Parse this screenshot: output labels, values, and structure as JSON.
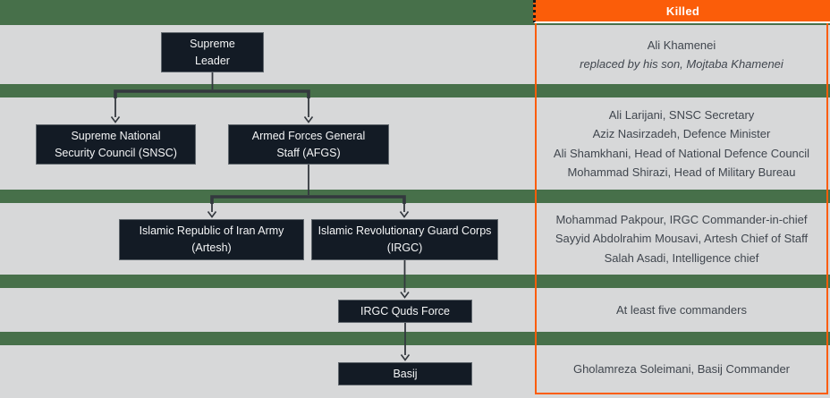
{
  "colors": {
    "accent_orange": "#FB5D09",
    "band_green": "#47704A",
    "row_gray": "#D7D8D9",
    "node_dark": "#131B25",
    "killed_text": "#40464E",
    "connector": "#33383E"
  },
  "nodes": {
    "supreme_leader": "Supreme\nLeader",
    "snsc": "Supreme National\nSecurity Council (SNSC)",
    "afgs": "Armed Forces General\nStaff (AFGS)",
    "artesh": "Islamic Republic of Iran Army\n(Artesh)",
    "irgc": "Islamic Revolutionary Guard Corps\n(IRGC)",
    "quds": "IRGC Quds Force",
    "basij": "Basij"
  },
  "killed": {
    "title": "Killed",
    "supreme_leader": {
      "line1": "Ali Khamenei",
      "line2": "replaced by his son, Mojtaba Khamenei"
    },
    "snsc_afgs": {
      "line1": "Ali Larijani, SNSC Secretary",
      "line2": "Aziz Nasirzadeh, Defence Minister",
      "line3": "Ali Shamkhani, Head of National Defence Council",
      "line4": "Mohammad Shirazi, Head of Military Bureau"
    },
    "artesh_irgc": {
      "line1": "Mohammad Pakpour, IRGC Commander-in-chief",
      "line2": "Sayyid Abdolrahim Mousavi, Artesh Chief of Staff",
      "line3": "Salah Asadi, Intelligence chief"
    },
    "quds": {
      "line1": "At least five commanders"
    },
    "basij": {
      "line1": "Gholamreza Soleimani, Basij Commander"
    }
  }
}
